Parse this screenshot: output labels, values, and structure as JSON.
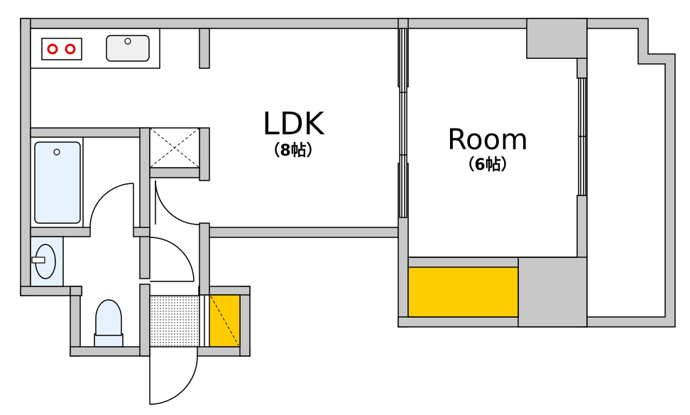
{
  "rooms": {
    "ldk": {
      "name": "LDK",
      "size": "（8帖）"
    },
    "room": {
      "name": "Room",
      "size": "（6帖）"
    }
  },
  "colors": {
    "wall": "#c8c8c8",
    "wall_stroke": "#000000",
    "closet": "#ffcc00",
    "fixture_fill": "#e6f3ff",
    "stove_burner": "#e00000",
    "floor": "#ffffff"
  },
  "fixtures": [
    "stove-icon",
    "kitchen-sink-icon",
    "bathtub-icon",
    "washbasin-icon",
    "toilet-icon",
    "washer-pan-icon",
    "shoe-box-icon",
    "closet-storage"
  ]
}
